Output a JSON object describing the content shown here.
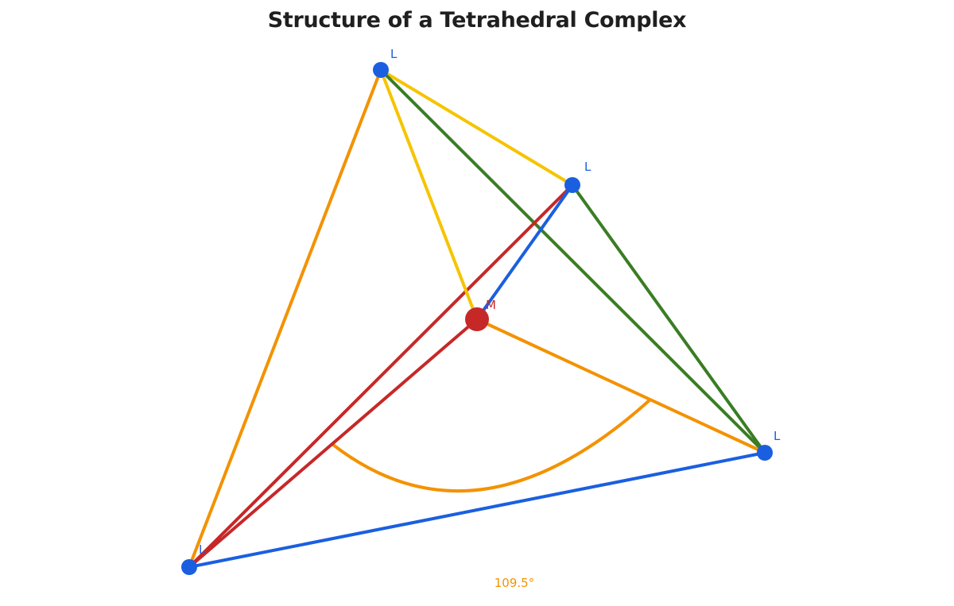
{
  "title": "Structure of a Tetrahedral Complex",
  "atoms": {
    "metal": {
      "label": "M",
      "color": "#c62828"
    },
    "ligand_top": {
      "label": "L",
      "color": "#1a5fe0"
    },
    "ligand_back": {
      "label": "L",
      "color": "#1a5fe0"
    },
    "ligand_right": {
      "label": "L",
      "color": "#1a5fe0"
    },
    "ligand_bottom_left": {
      "label": "L",
      "color": "#1a5fe0"
    }
  },
  "bond_colors": {
    "orange": "#f39200",
    "yellow": "#f5c400",
    "green": "#3a7d24",
    "red": "#c62828",
    "blue": "#1a5fe0"
  },
  "angle": {
    "label": "109.5°",
    "color": "#f39200"
  }
}
